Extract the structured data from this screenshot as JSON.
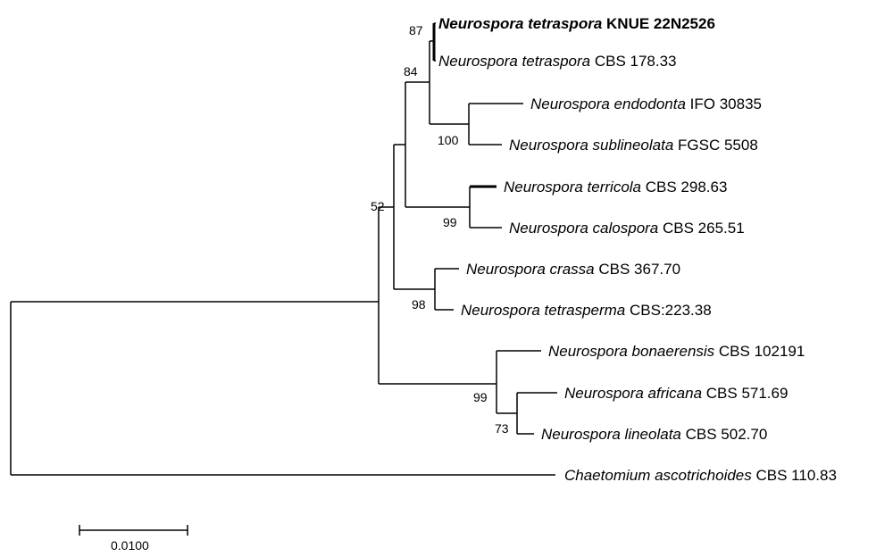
{
  "taxa": [
    {
      "genus_species": "Neurospora tetraspora",
      "strain": "KNUE 22N2526",
      "bold": true
    },
    {
      "genus_species": "Neurospora tetraspora",
      "strain": "CBS 178.33"
    },
    {
      "genus_species": "Neurospora endodonta",
      "strain": "IFO 30835"
    },
    {
      "genus_species": "Neurospora sublineolata",
      "strain": "FGSC 5508"
    },
    {
      "genus_species": "Neurospora terricola",
      "strain": "CBS 298.63"
    },
    {
      "genus_species": "Neurospora calospora",
      "strain": "CBS 265.51"
    },
    {
      "genus_species": "Neurospora crassa",
      "strain": "CBS 367.70"
    },
    {
      "genus_species": "Neurospora tetrasperma",
      "strain": "CBS:223.38"
    },
    {
      "genus_species": "Neurospora bonaerensis",
      "strain": "CBS 102191"
    },
    {
      "genus_species": "Neurospora africana",
      "strain": "CBS 571.69"
    },
    {
      "genus_species": "Neurospora lineolata",
      "strain": "CBS 502.70"
    },
    {
      "genus_species": "Chaetomium ascotrichoides",
      "strain": "CBS 110.83"
    }
  ],
  "bootstrap": [
    "87",
    "84",
    "100",
    "99",
    "52",
    "98",
    "99",
    "73"
  ],
  "scale_bar": {
    "label": "0.0100"
  }
}
